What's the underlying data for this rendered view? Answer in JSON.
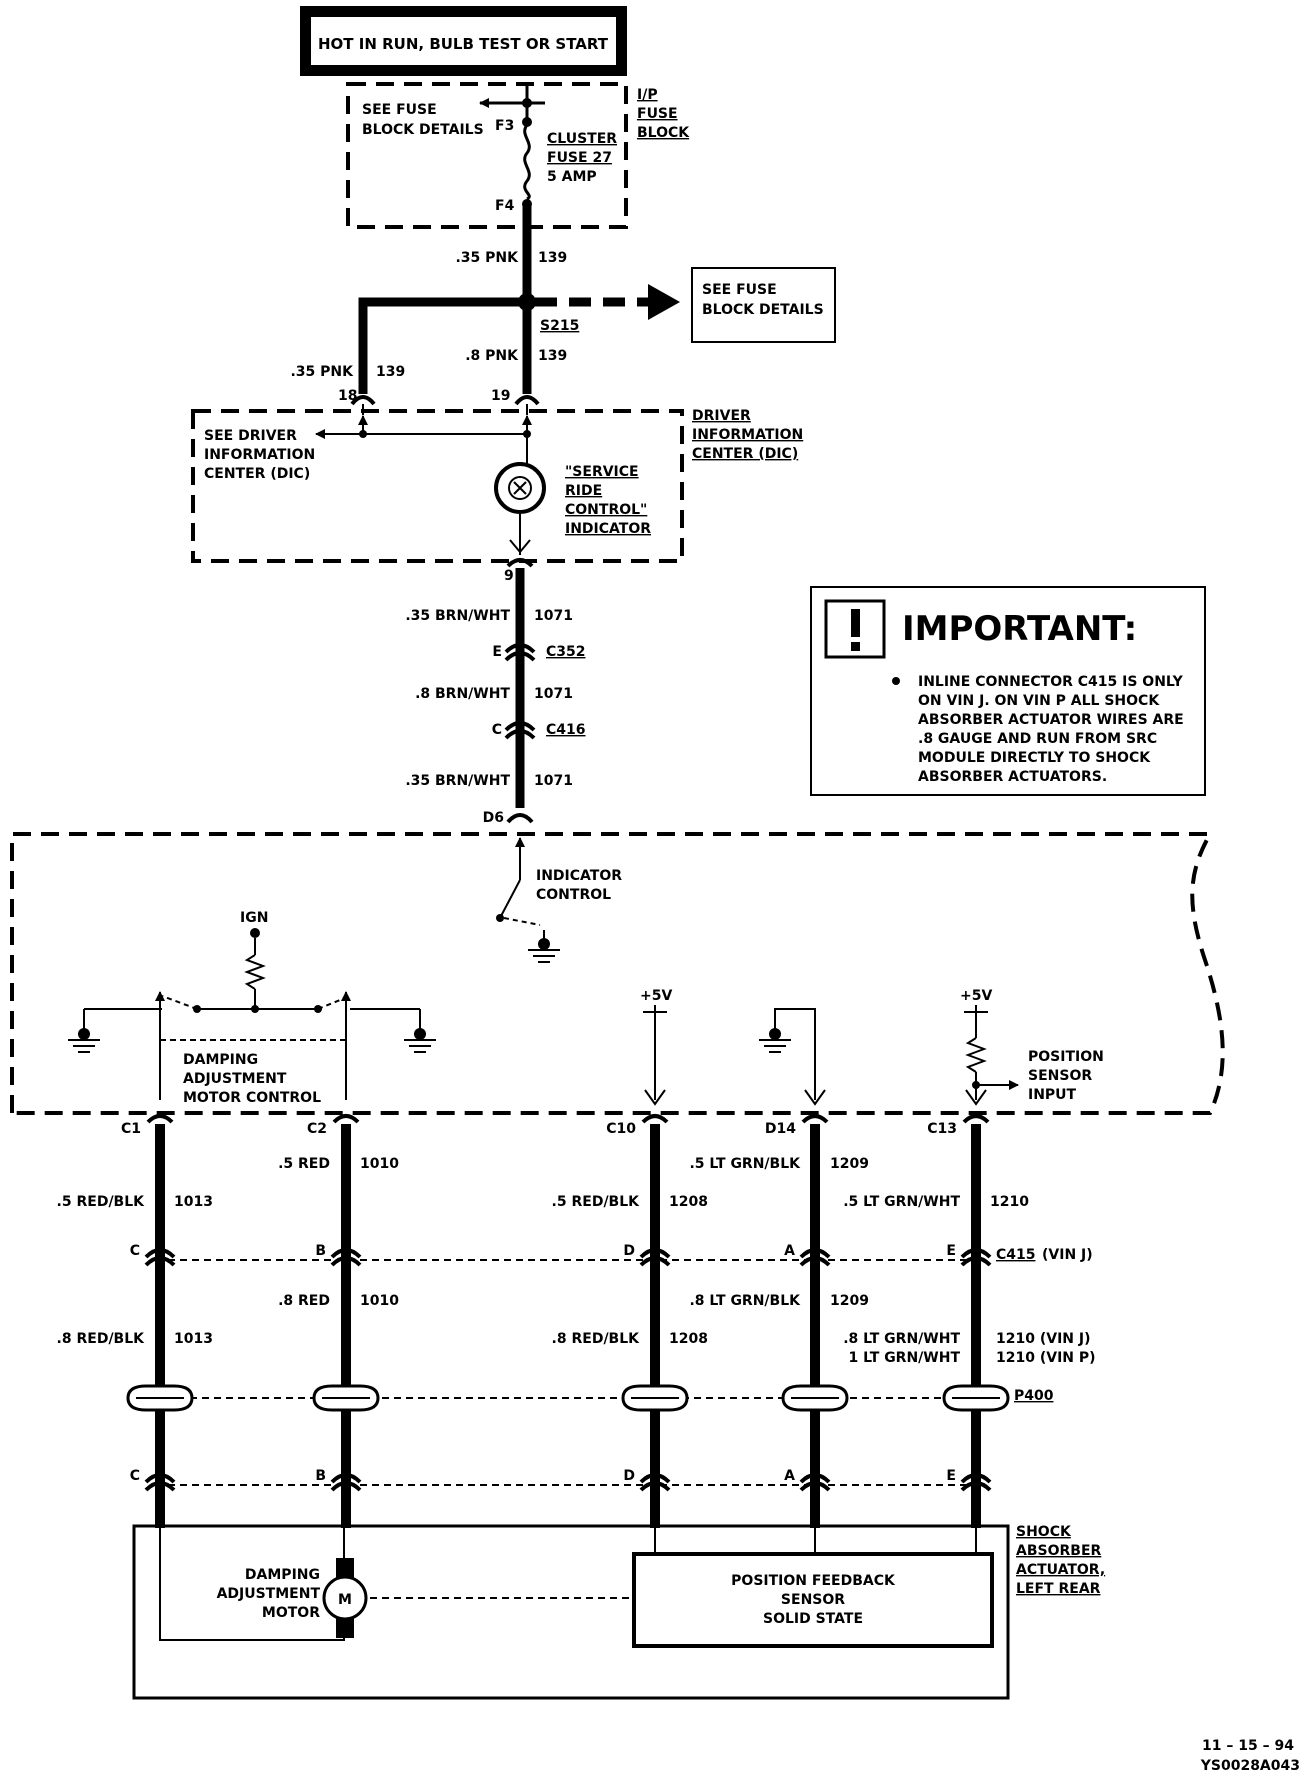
{
  "top_box": "HOT IN RUN, BULB TEST OR START",
  "fuse_block": {
    "see_fuse_1": "SEE FUSE",
    "see_fuse_2": "BLOCK DETAILS",
    "f3": "F3",
    "f4": "F4",
    "fuse_1": "CLUSTER",
    "fuse_2": "FUSE 27",
    "fuse_3": "5  AMP",
    "name_1": "I/P",
    "name_2": "FUSE",
    "name_3": "BLOCK"
  },
  "wire_top": {
    "gauge": ".35 PNK",
    "circuit": "139"
  },
  "splice": {
    "name": "S215",
    "see_1": "SEE FUSE",
    "see_2": "BLOCK DETAILS"
  },
  "wire_left": {
    "gauge": ".35 PNK",
    "circuit": "139"
  },
  "wire_center": {
    "gauge": ".8  PNK",
    "circuit": "139"
  },
  "dic": {
    "pin18": "18",
    "pin19": "19",
    "pin9": "9",
    "see_1": "SEE  DRIVER",
    "see_2": "INFORMATION",
    "see_3": "CENTER  (DIC)",
    "name_1": "DRIVER",
    "name_2": "INFORMATION",
    "name_3": "CENTER (DIC)",
    "ind_1": "\"SERVICE",
    "ind_2": "RIDE",
    "ind_3": "CONTROL\"",
    "ind_4": "INDICATOR"
  },
  "wire_1071_a": {
    "gauge": ".35 BRN/WHT",
    "circuit": "1071"
  },
  "c352": {
    "pin": "E",
    "name": "C352"
  },
  "wire_1071_b": {
    "gauge": ".8 BRN/WHT",
    "circuit": "1071"
  },
  "c416": {
    "pin": "C",
    "name": "C416"
  },
  "wire_1071_c": {
    "gauge": ".35 BRN/WHT",
    "circuit": "1071"
  },
  "important": {
    "title": "IMPORTANT:",
    "line_1": "INLINE  CONNECTOR  C415  IS  ONLY",
    "line_2": "ON  VIN  J.  ON  VIN  P  ALL  SHOCK",
    "line_3": "ABSORBER  ACTUATOR  WIRES  ARE",
    "line_4": ".8  GAUGE  AND  RUN  FROM  SRC",
    "line_5": "MODULE  DIRECTLY  TO  SHOCK",
    "line_6": "ABSORBER  ACTUATORS."
  },
  "module": {
    "d6": "D6",
    "ind_ctrl_1": "INDICATOR",
    "ind_ctrl_2": "CONTROL",
    "ign": "IGN",
    "damp_1": "DAMPING",
    "damp_2": "ADJUSTMENT",
    "damp_3": "MOTOR CONTROL",
    "v5_a": "+5V",
    "v5_b": "+5V",
    "pos_1": "POSITION",
    "pos_2": "SENSOR",
    "pos_3": "INPUT"
  },
  "pins": [
    "C1",
    "C2",
    "C10",
    "D14",
    "C13"
  ],
  "wires_upper": [
    {
      "gauge": ".5 RED/BLK",
      "circuit": "1013"
    },
    {
      "gauge": ".5 RED",
      "circuit": "1010"
    },
    {
      "gauge": ".5 RED/BLK",
      "circuit": "1208"
    },
    {
      "gauge": ".5 LT GRN/BLK",
      "circuit": "1209"
    },
    {
      "gauge": ".5 LT GRN/WHT",
      "circuit": "1210"
    }
  ],
  "c415": {
    "pins": [
      "C",
      "B",
      "D",
      "A",
      "E"
    ],
    "name": "C415",
    "note": "(VIN  J)"
  },
  "wires_lower": [
    {
      "gauge": ".8 RED/BLK",
      "circuit": "1013"
    },
    {
      "gauge": ".8 RED",
      "circuit": "1010"
    },
    {
      "gauge": ".8 RED/BLK",
      "circuit": "1208"
    },
    {
      "gauge": ".8 LT GRN/BLK",
      "circuit": "1209"
    }
  ],
  "wire_1210_lower": {
    "gauge_1": ".8  LT  GRN/WHT",
    "gauge_2": "1  LT  GRN/WHT",
    "circuit_1": "1210  (VIN  J)",
    "circuit_2": "1210  (VIN  P)"
  },
  "p400": "P400",
  "act_pins": [
    "C",
    "B",
    "D",
    "A",
    "E"
  ],
  "actuator": {
    "motor_1": "DAMPING",
    "motor_2": "ADJUSTMENT",
    "motor_3": "MOTOR",
    "m": "M",
    "sensor_1": "POSITION FEEDBACK",
    "sensor_2": "SENSOR",
    "sensor_3": "SOLID STATE",
    "name_1": "SHOCK",
    "name_2": "ABSORBER",
    "name_3": "ACTUATOR,",
    "name_4": "LEFT REAR"
  },
  "footer": {
    "date": "11 – 15 – 94",
    "code": "YS0028A043"
  }
}
